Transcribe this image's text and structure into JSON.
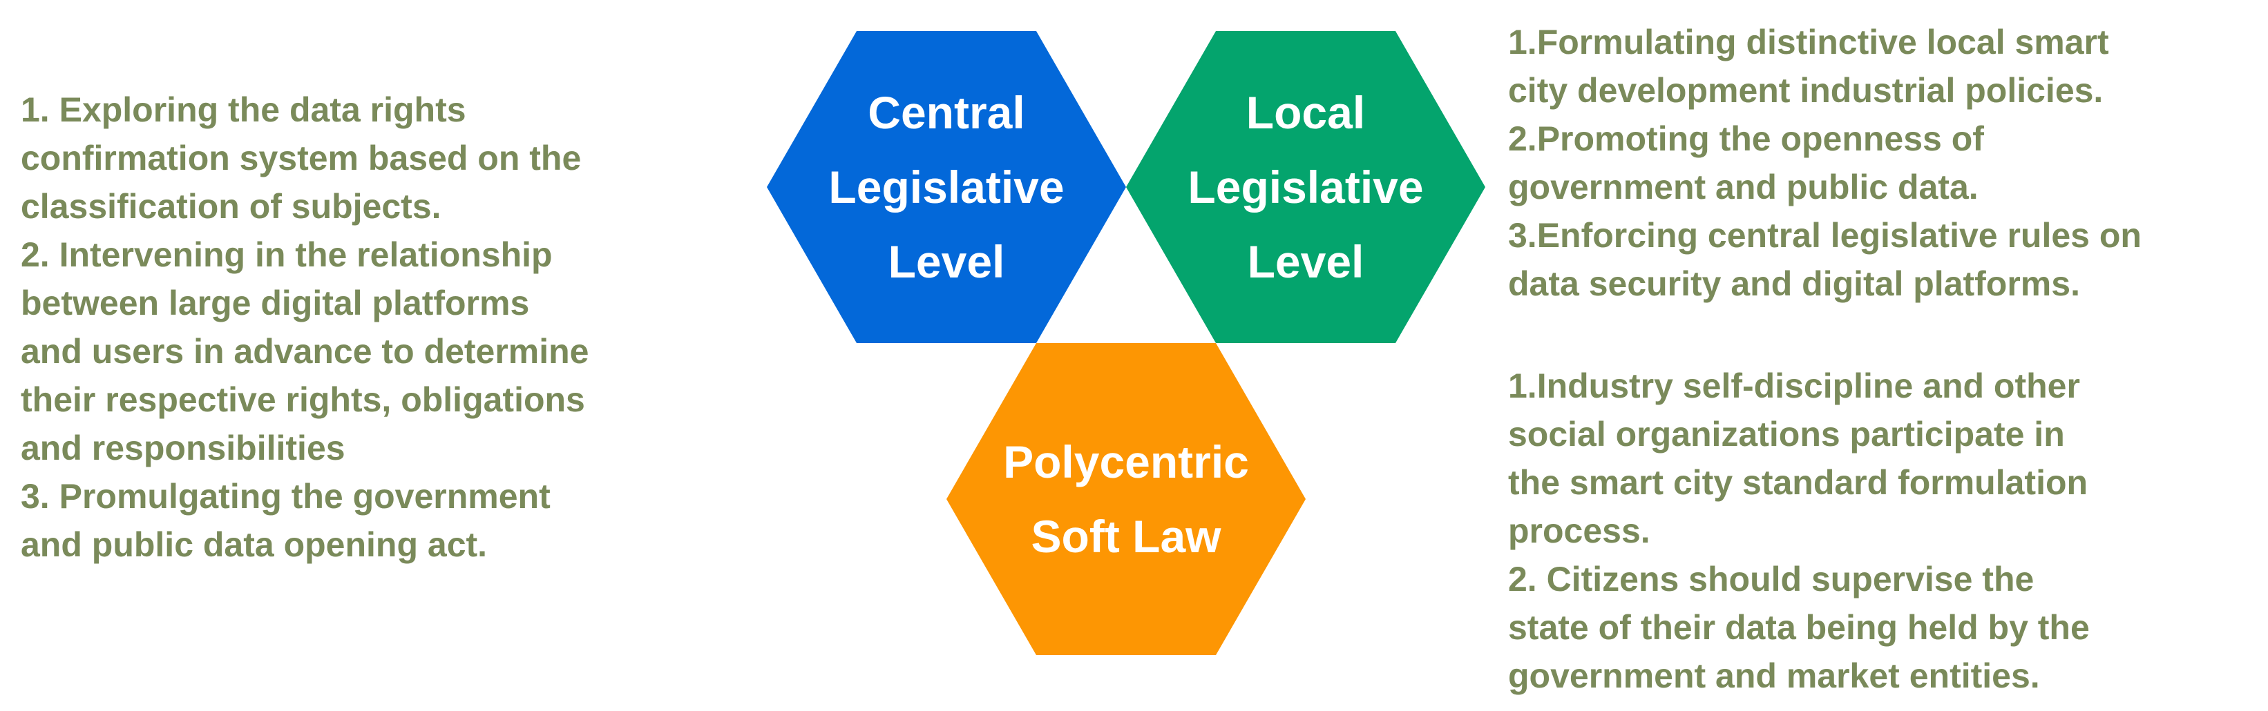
{
  "colors": {
    "central": "#0368d9",
    "local": "#04a46d",
    "soft": "#fd9603",
    "body_text": "#7a8a5a",
    "hex_text": "#ffffff"
  },
  "hexagons": {
    "central": {
      "lines": [
        "Central",
        "Legislative",
        "Level"
      ]
    },
    "local": {
      "lines": [
        "Local",
        "Legislative",
        "Level"
      ]
    },
    "soft": {
      "lines": [
        "Polycentric",
        "Soft Law"
      ]
    }
  },
  "left_text": {
    "lines": [
      "1. Exploring the data rights",
      "confirmation system based on the",
      "classification of subjects.",
      "2. Intervening in the relationship",
      "between large digital platforms",
      "and users in advance to determine",
      "their respective rights, obligations",
      "and responsibilities",
      "3. Promulgating the government",
      "and public data opening act."
    ]
  },
  "right_top_text": {
    "lines": [
      "1.Formulating distinctive local smart",
      "city development industrial policies.",
      "2.Promoting the openness of",
      "government and public data.",
      "3.Enforcing central legislative rules on",
      "data security and digital platforms."
    ]
  },
  "right_bottom_text": {
    "lines": [
      "1.Industry self-discipline and other",
      "social organizations participate in",
      "the smart city standard formulation",
      "process.",
      "2. Citizens should supervise the",
      "state of their data being held by the",
      "government and market entities."
    ]
  }
}
